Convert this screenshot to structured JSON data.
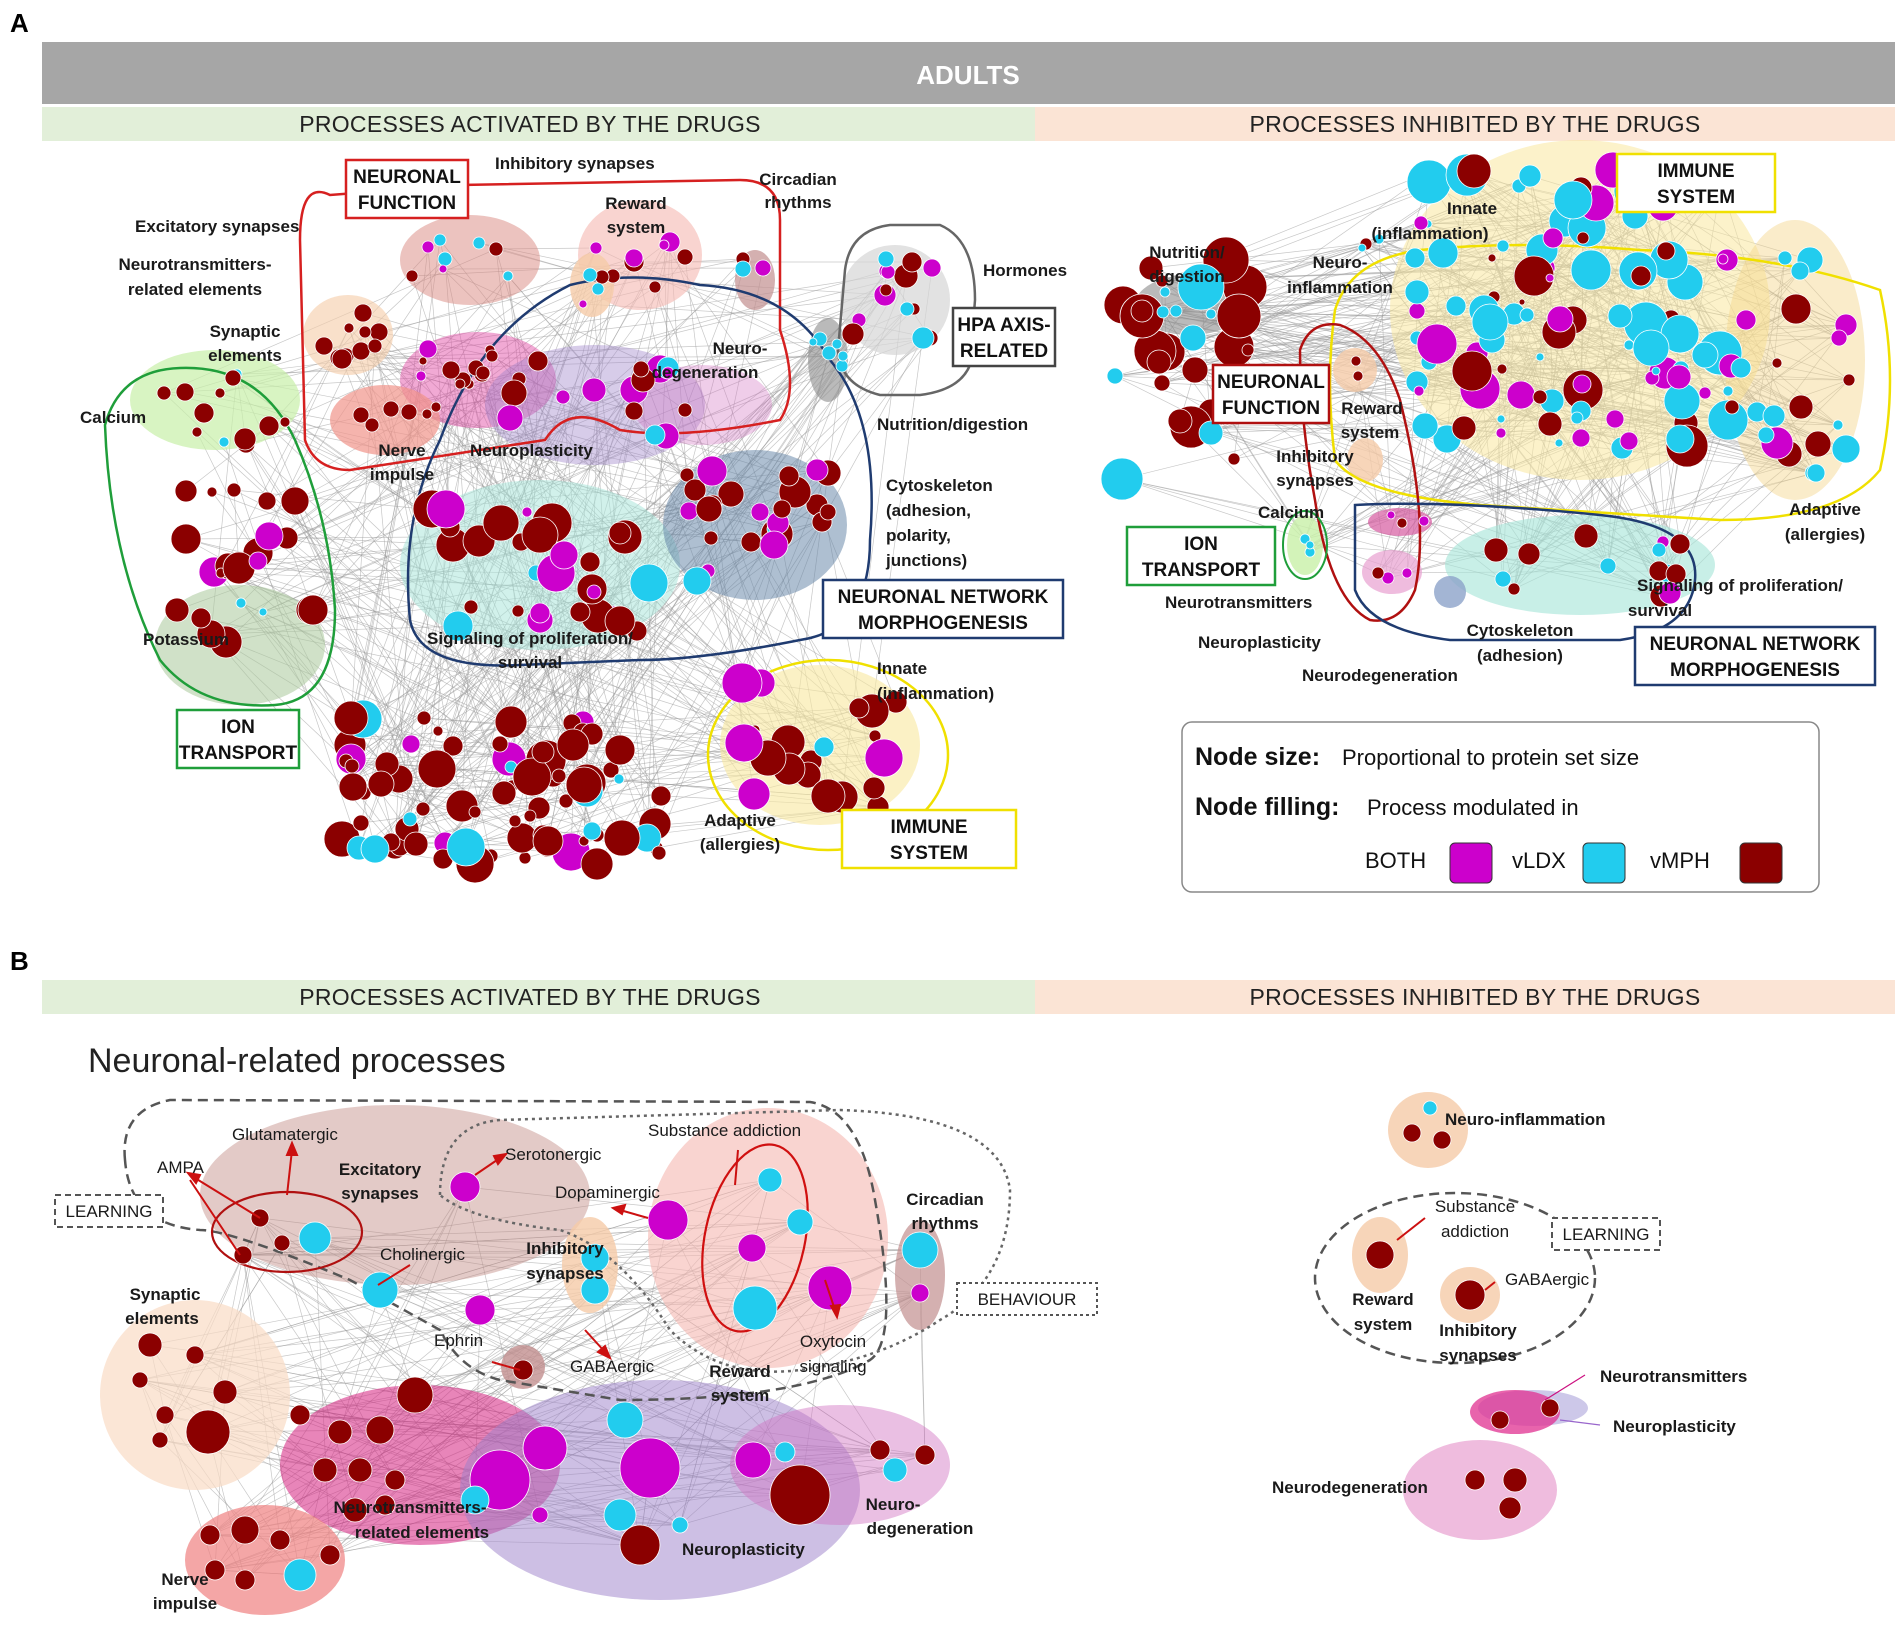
{
  "panel_a": {
    "letter": "A",
    "banner": "ADULTS",
    "activated_header": "PROCESSES ACTIVATED BY THE DRUGS",
    "inhibited_header": "PROCESSES INHIBITED BY THE DRUGS",
    "activated": {
      "boxes": {
        "neuronal_function": "NEURONAL FUNCTION",
        "hpa": "HPA AXIS-RELATED",
        "neuronal_network": "NEURONAL NETWORK MORPHOGENESIS",
        "ion_transport": "ION TRANSPORT",
        "immune": "IMMUNE SYSTEM"
      },
      "labels": {
        "inhibitory_synapses": "Inhibitory synapses",
        "circadian": "Circadian rhythms",
        "excitatory": "Excitatory synapses",
        "reward": "Reward system",
        "hormones": "Hormones",
        "neurotransmitters": "Neurotransmitters-related elements",
        "synaptic": "Synaptic elements",
        "neurodegeneration": "Neuro-degeneration",
        "calcium": "Calcium",
        "nerve_impulse": "Nerve impulse",
        "neuroplasticity": "Neuroplasticity",
        "nutrition": "Nutrition/digestion",
        "cytoskeleton": "Cytoskeleton (adhesion, polarity, junctions)",
        "signaling": "Signaling of proliferation/ survival",
        "potassium": "Potassium",
        "innate": "Innate (inflammation)",
        "adaptive": "Adaptive (allergies)"
      }
    },
    "inhibited": {
      "boxes": {
        "immune": "IMMUNE SYSTEM",
        "neuronal_function": "NEURONAL FUNCTION",
        "ion_transport": "ION TRANSPORT",
        "neuronal_network": "NEURONAL NETWORK MORPHOGENESIS"
      },
      "labels": {
        "nutrition": "Nutrition/ digestion",
        "neuroinflammation": "Neuro-inflammation",
        "innate": "Innate (inflammation)",
        "reward": "Reward system",
        "inhibitory": "Inhibitory synapses",
        "calcium": "Calcium",
        "neurotransmitters": "Neurotransmitters",
        "neuroplasticity": "Neuroplasticity",
        "neurodegeneration": "Neurodegeneration",
        "cytoskeleton": "Cytoskeleton (adhesion)",
        "signaling": "Signaling of proliferation/ survival",
        "adaptive": "Adaptive (allergies)"
      }
    },
    "legend": {
      "size_title": "Node size:",
      "size_text": "Proportional to protein set size",
      "fill_title": "Node filling:",
      "fill_text": "Process modulated in",
      "items": [
        {
          "label": "BOTH",
          "color": "#cc00cc"
        },
        {
          "label": "vLDX",
          "color": "#22ccee"
        },
        {
          "label": "vMPH",
          "color": "#8b0000"
        }
      ]
    }
  },
  "panel_b": {
    "letter": "B",
    "activated_header": "PROCESSES ACTIVATED BY THE DRUGS",
    "inhibited_header": "PROCESSES INHIBITED BY THE DRUGS",
    "subtitle": "Neuronal-related processes",
    "activated": {
      "learning": "LEARNING",
      "behaviour": "BEHAVIOUR",
      "labels": {
        "glutamatergic": "Glutamatergic",
        "ampa": "AMPA",
        "excitatory": "Excitatory synapses",
        "serotonergic": "Serotonergic",
        "substance": "Substance addiction",
        "dopaminergic": "Dopaminergic",
        "circadian": "Circadian rhythms",
        "cholinergic": "Cholinergic",
        "inhibitory": "Inhibitory synapses",
        "synaptic": "Synaptic elements",
        "ephrin": "Ephrin",
        "gabaergic": "GABAergic",
        "oxytocin": "Oxytocin signaling",
        "reward": "Reward system",
        "neurotransmitters": "Neurotransmitters-related elements",
        "neurodegeneration": "Neuro-degeneration",
        "neuroplasticity": "Neuroplasticity",
        "nerve_impulse": "Nerve impulse"
      }
    },
    "inhibited": {
      "learning": "LEARNING",
      "labels": {
        "neuroinflammation": "Neuro-inflammation",
        "substance": "Substance addiction",
        "gabaergic": "GABAergic",
        "reward": "Reward system",
        "inhibitory": "Inhibitory synapses",
        "neurotransmitters": "Neurotransmitters",
        "neuroplasticity": "Neuroplasticity",
        "neurodegeneration": "Neurodegeneration"
      }
    }
  }
}
